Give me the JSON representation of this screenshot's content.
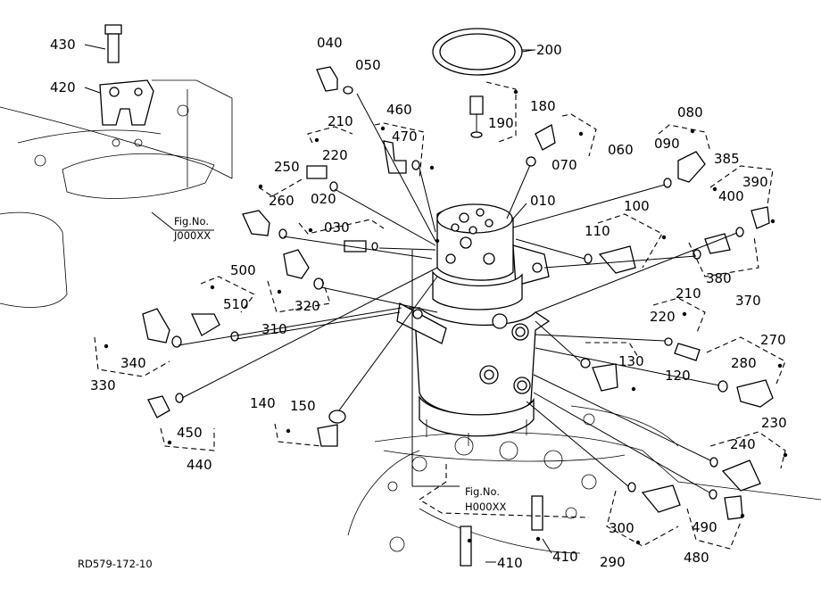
{
  "diagram": {
    "drawing_code": "RD579-172-10",
    "fig_refs": [
      {
        "line1": "Fig.No.",
        "line2": "J000XX"
      },
      {
        "line1": "Fig.No.",
        "line2": "H000XX"
      }
    ],
    "part_labels": {
      "p010": "010",
      "p020": "020",
      "p030": "030",
      "p040": "040",
      "p050": "050",
      "p060": "060",
      "p070": "070",
      "p080": "080",
      "p090": "090",
      "p100": "100",
      "p110": "110",
      "p120": "120",
      "p130": "130",
      "p140": "140",
      "p150": "150",
      "p180": "180",
      "p190": "190",
      "p200": "200",
      "p210a": "210",
      "p210b": "210",
      "p220a": "220",
      "p220b": "220",
      "p230": "230",
      "p240": "240",
      "p250": "250",
      "p260": "260",
      "p270": "270",
      "p280": "280",
      "p290": "290",
      "p300": "300",
      "p310": "310",
      "p320": "320",
      "p330": "330",
      "p340": "340",
      "p370": "370",
      "p380": "380",
      "p385": "385",
      "p390": "390",
      "p400": "400",
      "p410a": "410",
      "p410b": "410",
      "p420": "420",
      "p430": "430",
      "p440": "440",
      "p450": "450",
      "p460": "460",
      "p470": "470",
      "p480": "480",
      "p490": "490",
      "p500": "500",
      "p510": "510"
    }
  }
}
